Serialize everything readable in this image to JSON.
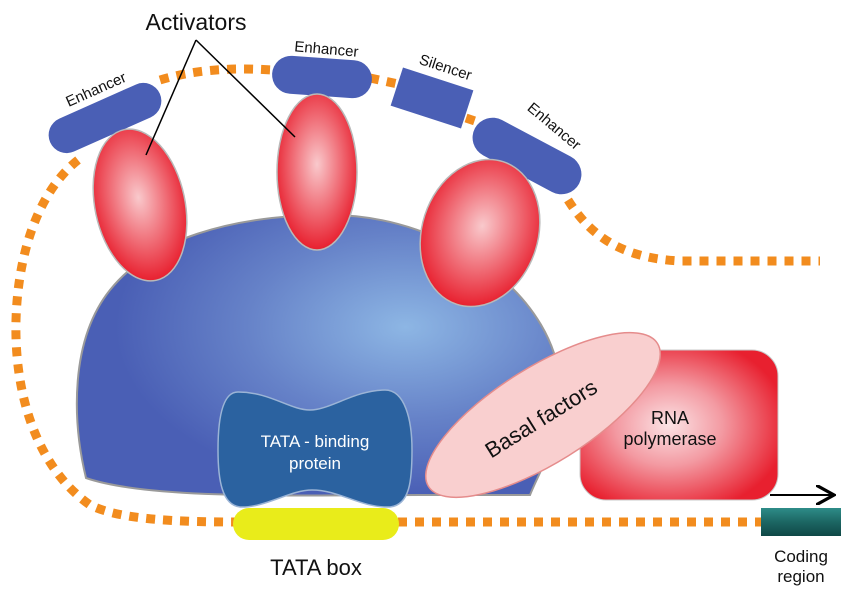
{
  "title": "Eukaryotic transcription initiation complex",
  "labels": {
    "activators": "Activators",
    "enhancer_left": "Enhancer",
    "enhancer_top": "Enhancer",
    "silencer": "Silencer",
    "enhancer_right": "Enhancer",
    "tbp_line1": "TATA - binding",
    "tbp_line2": "protein",
    "basal_factors": "Basal factors",
    "rna_pol_line1": "RNA",
    "rna_pol_line2": "polymerase",
    "tata_box": "TATA box",
    "coding_line1": "Coding",
    "coding_line2": "region"
  },
  "colors": {
    "dna": "#F28C1E",
    "enhancer": "#4A5FB5",
    "activator": "#E8202F",
    "activator_highlight": "#F7BFC3",
    "mediator": "#4E66B8",
    "mediator_highlight": "#86AEE0",
    "tbp": "#2B62A0",
    "basal_factors": "#F9CFCF",
    "rna_polymerase": "#E8202F",
    "tata_box": "#E9EC1A",
    "coding_region": "#1F6E6C"
  },
  "icons": {
    "direction_arrow": "arrow-right"
  }
}
